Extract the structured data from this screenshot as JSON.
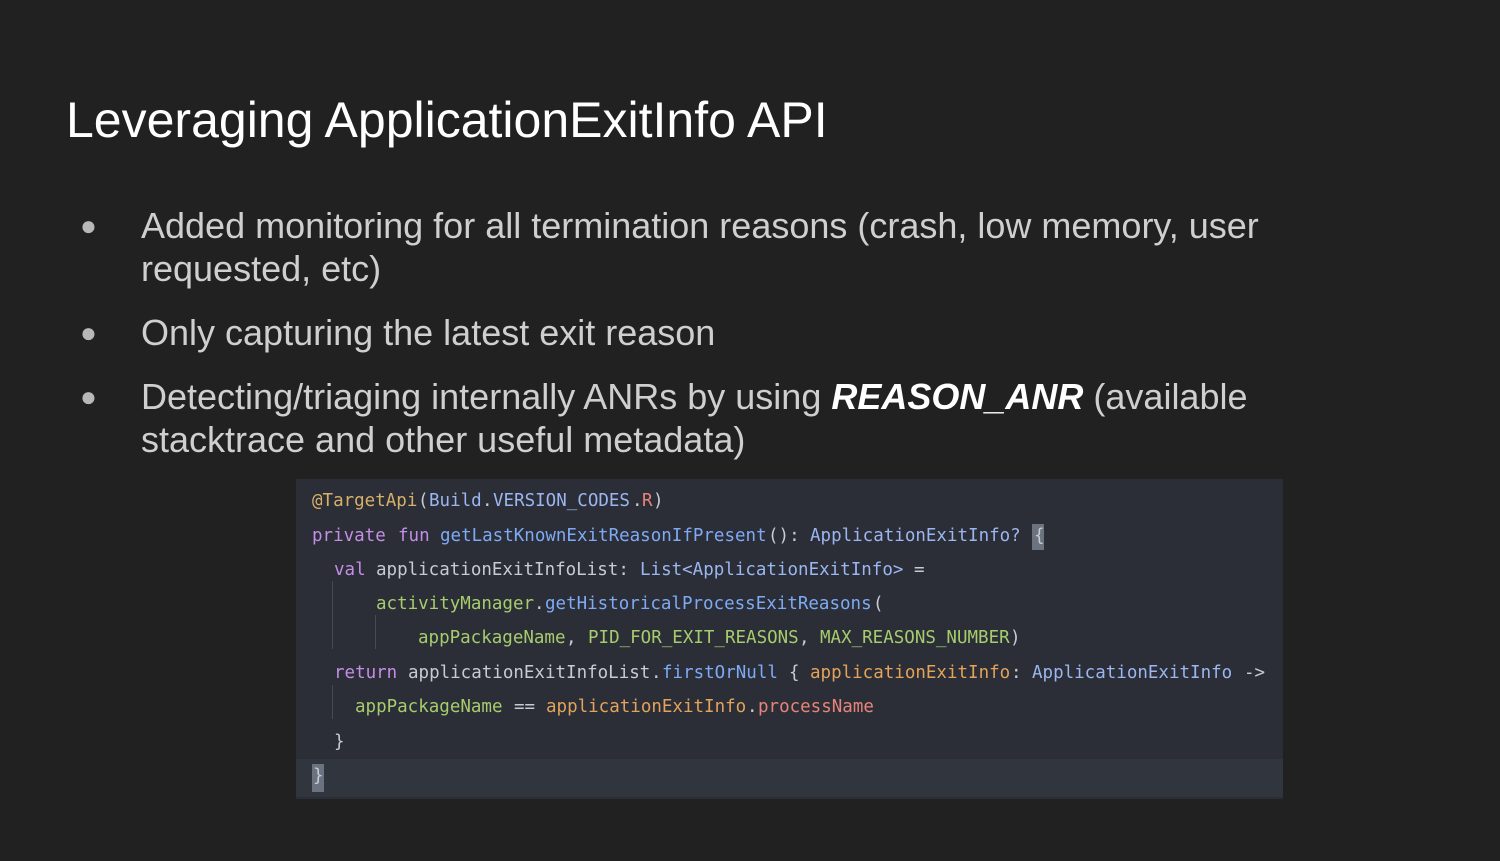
{
  "slide": {
    "title": "Leveraging ApplicationExitInfo API",
    "bullet_marker": "●",
    "bullets": [
      {
        "text": "Added monitoring for all termination reasons (crash, low memory, user requested, etc)"
      },
      {
        "text": "Only capturing the latest exit reason"
      },
      {
        "pre": "Detecting/triaging internally ANRs by using ",
        "emphasis": "REASON_ANR",
        "post": " (available stacktrace and other useful metadata)"
      }
    ]
  },
  "code": {
    "line1": {
      "annotation": "@TargetApi",
      "open": "(",
      "build": "Build",
      "dot1": ".",
      "version": "VERSION_CODES",
      "dot2": ".",
      "r": "R",
      "close": ")"
    },
    "line2": {
      "kw1": "private",
      "kw2": "fun",
      "fn": "getLastKnownExitReasonIfPresent",
      "paren": "():",
      "type": "ApplicationExitInfo?",
      "brace": "{"
    },
    "line3": {
      "kw": "val",
      "name": "applicationExitInfoList:",
      "type": "List<ApplicationExitInfo>",
      "eq": "="
    },
    "line4": {
      "obj": "activityManager",
      "dot": ".",
      "fn": "getHistoricalProcessExitReasons",
      "open": "("
    },
    "line5": {
      "a1": "appPackageName",
      "c1": ",",
      "a2": "PID_FOR_EXIT_REASONS",
      "c2": ",",
      "a3": "MAX_REASONS_NUMBER",
      "close": ")"
    },
    "line6": {
      "kw": "return",
      "name": "applicationExitInfoList",
      "dot": ".",
      "fn": "firstOrNull",
      "brace": "{",
      "param": "applicationExitInfo",
      "colon": ":",
      "type": "ApplicationExitInfo",
      "arrow": "->"
    },
    "line7": {
      "a1": "appPackageName",
      "op": "==",
      "a2": "applicationExitInfo",
      "dot": ".",
      "prop": "processName"
    },
    "line8": {
      "brace": "}"
    },
    "line9": {
      "brace": "}"
    }
  },
  "colors": {
    "background": "#212121",
    "title": "#ffffff",
    "bullet_text": "#cfcfcf",
    "code_background": "#2b2e36"
  }
}
